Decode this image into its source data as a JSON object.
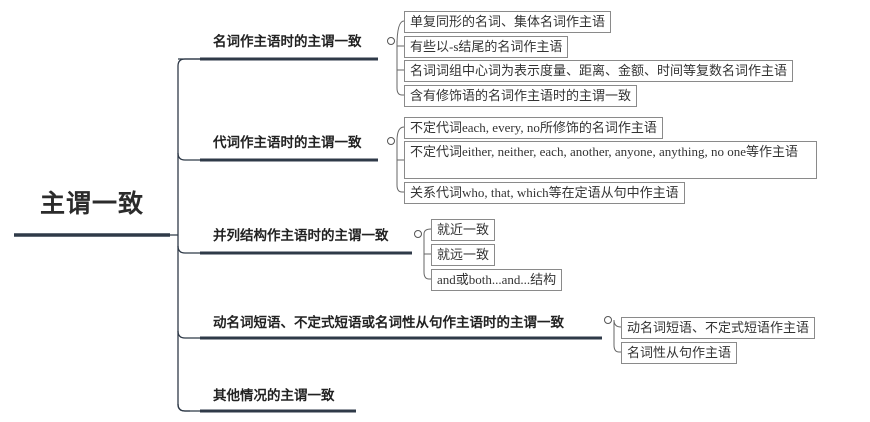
{
  "root": {
    "label": "主谓一致"
  },
  "branches": [
    {
      "label": "名词作主语时的主谓一致",
      "leaves": [
        "单复同形的名词、集体名词作主语",
        "有些以-s结尾的名词作主语",
        "名词词组中心词为表示度量、距离、金额、时间等复数名词作主语",
        "含有修饰语的名词作主语时的主谓一致"
      ]
    },
    {
      "label": "代词作主语时的主谓一致",
      "leaves": [
        "不定代词each, every, no所修饰的名词作主语",
        "不定代词either, neither, each, another, anyone, anything, no one等作主语",
        "关系代词who, that, which等在定语从句中作主语"
      ]
    },
    {
      "label": "并列结构作主语时的主谓一致",
      "leaves": [
        "就近一致",
        "就远一致",
        "and或both...and...结构"
      ]
    },
    {
      "label": "动名词短语、不定式短语或名词性从句作主语时的主谓一致",
      "leaves": [
        "动名词短语、不定式短语作主语",
        "名词性从句作主语"
      ]
    },
    {
      "label": "其他情况的主谓一致",
      "leaves": []
    }
  ],
  "colors": {
    "line": "#2f3a48",
    "leaf_border": "#8a8a8a",
    "text": "#333333"
  }
}
